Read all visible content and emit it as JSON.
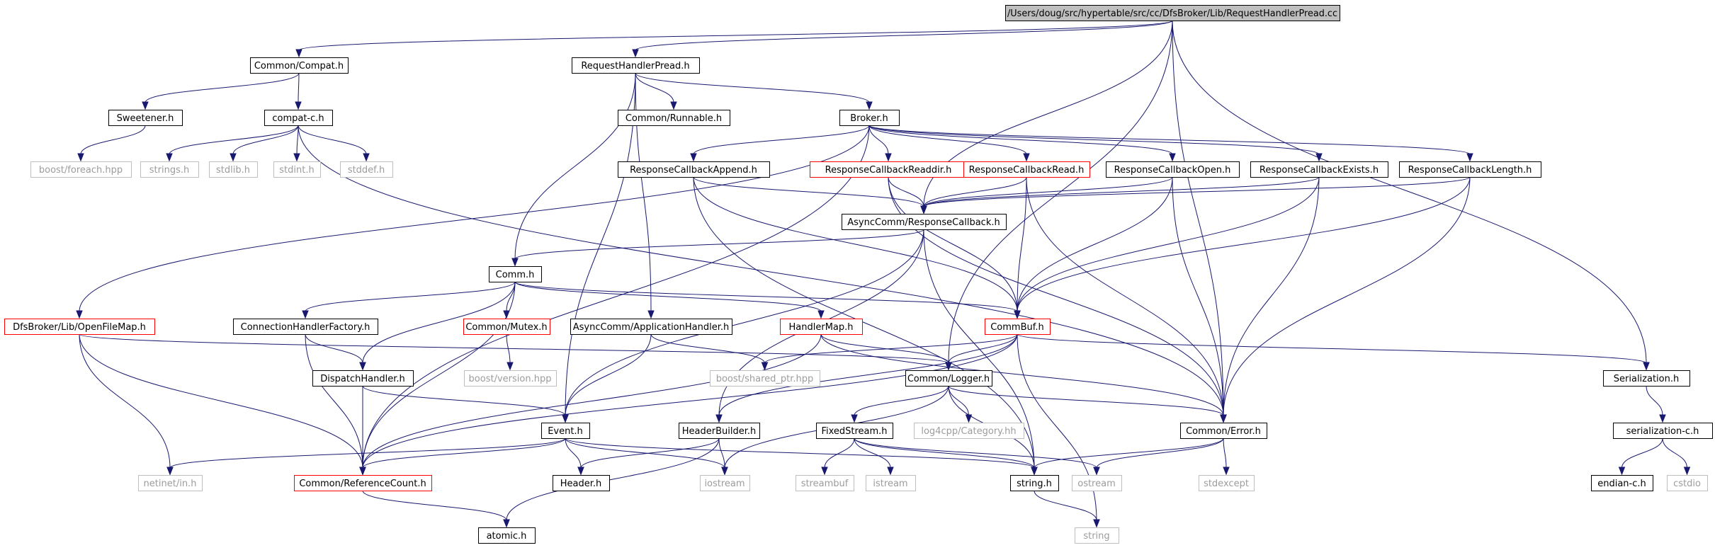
{
  "diagram": {
    "root_id": "root",
    "nodes": [
      {
        "id": "root",
        "label": "/Users/doug/src/hypertable/src/cc/DfsBroker/Lib/RequestHandlerPread.cc",
        "style": "root"
      },
      {
        "id": "compat",
        "label": "Common/Compat.h",
        "style": "normal"
      },
      {
        "id": "rhp",
        "label": "RequestHandlerPread.h",
        "style": "normal"
      },
      {
        "id": "sweetener",
        "label": "Sweetener.h",
        "style": "normal"
      },
      {
        "id": "compatc",
        "label": "compat-c.h",
        "style": "normal"
      },
      {
        "id": "runnable",
        "label": "Common/Runnable.h",
        "style": "normal"
      },
      {
        "id": "broker",
        "label": "Broker.h",
        "style": "normal"
      },
      {
        "id": "foreach",
        "label": "boost/foreach.hpp",
        "style": "muted"
      },
      {
        "id": "strings",
        "label": "strings.h",
        "style": "muted"
      },
      {
        "id": "stdlib",
        "label": "stdlib.h",
        "style": "muted"
      },
      {
        "id": "stdint",
        "label": "stdint.h",
        "style": "muted"
      },
      {
        "id": "stddef",
        "label": "stddef.h",
        "style": "muted"
      },
      {
        "id": "rcappend",
        "label": "ResponseCallbackAppend.h",
        "style": "normal"
      },
      {
        "id": "rcreaddir",
        "label": "ResponseCallbackReaddir.h",
        "style": "red"
      },
      {
        "id": "rcread",
        "label": "ResponseCallbackRead.h",
        "style": "red"
      },
      {
        "id": "rcopen",
        "label": "ResponseCallbackOpen.h",
        "style": "normal"
      },
      {
        "id": "rcexists",
        "label": "ResponseCallbackExists.h",
        "style": "normal"
      },
      {
        "id": "rclength",
        "label": "ResponseCallbackLength.h",
        "style": "normal"
      },
      {
        "id": "asyncrc",
        "label": "AsyncComm/ResponseCallback.h",
        "style": "normal"
      },
      {
        "id": "comm",
        "label": "Comm.h",
        "style": "normal"
      },
      {
        "id": "openfilemap",
        "label": "DfsBroker/Lib/OpenFileMap.h",
        "style": "red"
      },
      {
        "id": "chfactory",
        "label": "ConnectionHandlerFactory.h",
        "style": "normal"
      },
      {
        "id": "mutex",
        "label": "Common/Mutex.h",
        "style": "red"
      },
      {
        "id": "apphandler",
        "label": "AsyncComm/ApplicationHandler.h",
        "style": "normal"
      },
      {
        "id": "handlermap",
        "label": "HandlerMap.h",
        "style": "red"
      },
      {
        "id": "commbuf",
        "label": "CommBuf.h",
        "style": "red"
      },
      {
        "id": "boostver",
        "label": "boost/version.hpp",
        "style": "muted"
      },
      {
        "id": "sharedptr",
        "label": "boost/shared_ptr.hpp",
        "style": "muted"
      },
      {
        "id": "dispatch",
        "label": "DispatchHandler.h",
        "style": "normal"
      },
      {
        "id": "logger",
        "label": "Common/Logger.h",
        "style": "normal"
      },
      {
        "id": "serialization",
        "label": "Serialization.h",
        "style": "normal"
      },
      {
        "id": "event",
        "label": "Event.h",
        "style": "normal"
      },
      {
        "id": "headerbuilder",
        "label": "HeaderBuilder.h",
        "style": "normal"
      },
      {
        "id": "fixedstream",
        "label": "FixedStream.h",
        "style": "normal"
      },
      {
        "id": "log4cpp",
        "label": "log4cpp/Category.hh",
        "style": "muted"
      },
      {
        "id": "error",
        "label": "Common/Error.h",
        "style": "normal"
      },
      {
        "id": "serializationc",
        "label": "serialization-c.h",
        "style": "normal"
      },
      {
        "id": "netinet",
        "label": "netinet/in.h",
        "style": "muted"
      },
      {
        "id": "refcount",
        "label": "Common/ReferenceCount.h",
        "style": "red"
      },
      {
        "id": "header",
        "label": "Header.h",
        "style": "normal"
      },
      {
        "id": "iostream",
        "label": "iostream",
        "style": "muted"
      },
      {
        "id": "streambuf",
        "label": "streambuf",
        "style": "muted"
      },
      {
        "id": "istream",
        "label": "istream",
        "style": "muted"
      },
      {
        "id": "stringh",
        "label": "string.h",
        "style": "normal"
      },
      {
        "id": "ostream",
        "label": "ostream",
        "style": "muted"
      },
      {
        "id": "stdexcept",
        "label": "stdexcept",
        "style": "muted"
      },
      {
        "id": "endianc",
        "label": "endian-c.h",
        "style": "normal"
      },
      {
        "id": "cstdio",
        "label": "cstdio",
        "style": "muted"
      },
      {
        "id": "atomic",
        "label": "atomic.h",
        "style": "normal"
      },
      {
        "id": "string",
        "label": "string",
        "style": "muted"
      }
    ],
    "edges": [
      [
        "root",
        "compat"
      ],
      [
        "root",
        "rhp"
      ],
      [
        "root",
        "asyncrc"
      ],
      [
        "root",
        "logger"
      ],
      [
        "root",
        "error"
      ],
      [
        "root",
        "serialization"
      ],
      [
        "compat",
        "sweetener"
      ],
      [
        "compat",
        "compatc"
      ],
      [
        "sweetener",
        "foreach"
      ],
      [
        "compatc",
        "strings"
      ],
      [
        "compatc",
        "stdlib"
      ],
      [
        "compatc",
        "stdint"
      ],
      [
        "compatc",
        "stddef"
      ],
      [
        "compatc",
        "error"
      ],
      [
        "rhp",
        "runnable"
      ],
      [
        "rhp",
        "broker"
      ],
      [
        "rhp",
        "comm"
      ],
      [
        "rhp",
        "apphandler"
      ],
      [
        "rhp",
        "event"
      ],
      [
        "broker",
        "openfilemap"
      ],
      [
        "broker",
        "refcount"
      ],
      [
        "broker",
        "rcappend"
      ],
      [
        "broker",
        "rcreaddir"
      ],
      [
        "broker",
        "rcread"
      ],
      [
        "broker",
        "rcopen"
      ],
      [
        "broker",
        "rcexists"
      ],
      [
        "broker",
        "rclength"
      ],
      [
        "rcappend",
        "asyncrc"
      ],
      [
        "rcappend",
        "commbuf"
      ],
      [
        "rcappend",
        "stringh"
      ],
      [
        "rcreaddir",
        "asyncrc"
      ],
      [
        "rcreaddir",
        "commbuf"
      ],
      [
        "rcreaddir",
        "error"
      ],
      [
        "rcread",
        "asyncrc"
      ],
      [
        "rcread",
        "commbuf"
      ],
      [
        "rcread",
        "error"
      ],
      [
        "rcopen",
        "asyncrc"
      ],
      [
        "rcopen",
        "commbuf"
      ],
      [
        "rcopen",
        "error"
      ],
      [
        "rcexists",
        "asyncrc"
      ],
      [
        "rcexists",
        "commbuf"
      ],
      [
        "rcexists",
        "error"
      ],
      [
        "rclength",
        "asyncrc"
      ],
      [
        "rclength",
        "commbuf"
      ],
      [
        "rclength",
        "error"
      ],
      [
        "asyncrc",
        "comm"
      ],
      [
        "asyncrc",
        "event"
      ],
      [
        "asyncrc",
        "headerbuilder"
      ],
      [
        "asyncrc",
        "stringh"
      ],
      [
        "comm",
        "chfactory"
      ],
      [
        "comm",
        "mutex"
      ],
      [
        "comm",
        "handlermap"
      ],
      [
        "comm",
        "dispatch"
      ],
      [
        "comm",
        "refcount"
      ],
      [
        "comm",
        "commbuf"
      ],
      [
        "openfilemap",
        "netinet"
      ],
      [
        "openfilemap",
        "refcount"
      ],
      [
        "openfilemap",
        "logger"
      ],
      [
        "chfactory",
        "dispatch"
      ],
      [
        "chfactory",
        "refcount"
      ],
      [
        "mutex",
        "boostver"
      ],
      [
        "apphandler",
        "event"
      ],
      [
        "apphandler",
        "sharedptr"
      ],
      [
        "handlermap",
        "refcount"
      ],
      [
        "handlermap",
        "logger"
      ],
      [
        "handlermap",
        "error"
      ],
      [
        "commbuf",
        "sharedptr"
      ],
      [
        "commbuf",
        "logger"
      ],
      [
        "commbuf",
        "serialization"
      ],
      [
        "commbuf",
        "headerbuilder"
      ],
      [
        "commbuf",
        "refcount"
      ],
      [
        "commbuf",
        "string"
      ],
      [
        "dispatch",
        "event"
      ],
      [
        "dispatch",
        "refcount"
      ],
      [
        "logger",
        "fixedstream"
      ],
      [
        "logger",
        "log4cpp"
      ],
      [
        "logger",
        "error"
      ],
      [
        "logger",
        "iostream"
      ],
      [
        "logger",
        "stringh"
      ],
      [
        "serialization",
        "serializationc"
      ],
      [
        "serializationc",
        "endianc"
      ],
      [
        "serializationc",
        "cstdio"
      ],
      [
        "event",
        "netinet"
      ],
      [
        "event",
        "refcount"
      ],
      [
        "event",
        "header"
      ],
      [
        "event",
        "iostream"
      ],
      [
        "event",
        "stringh"
      ],
      [
        "headerbuilder",
        "header"
      ],
      [
        "headerbuilder",
        "iostream"
      ],
      [
        "headerbuilder",
        "atomic"
      ],
      [
        "fixedstream",
        "streambuf"
      ],
      [
        "fixedstream",
        "istream"
      ],
      [
        "fixedstream",
        "ostream"
      ],
      [
        "fixedstream",
        "stringh"
      ],
      [
        "error",
        "stdexcept"
      ],
      [
        "error",
        "ostream"
      ],
      [
        "error",
        "stringh"
      ],
      [
        "refcount",
        "atomic"
      ],
      [
        "stringh",
        "string"
      ]
    ],
    "colors": {
      "edge": "#191970",
      "border_normal": "#000000",
      "border_red": "#ff0000",
      "border_muted": "#bfbfbf",
      "root_fill": "#bfbfbf",
      "text": "#000000",
      "text_muted": "#9c9c9c"
    }
  }
}
